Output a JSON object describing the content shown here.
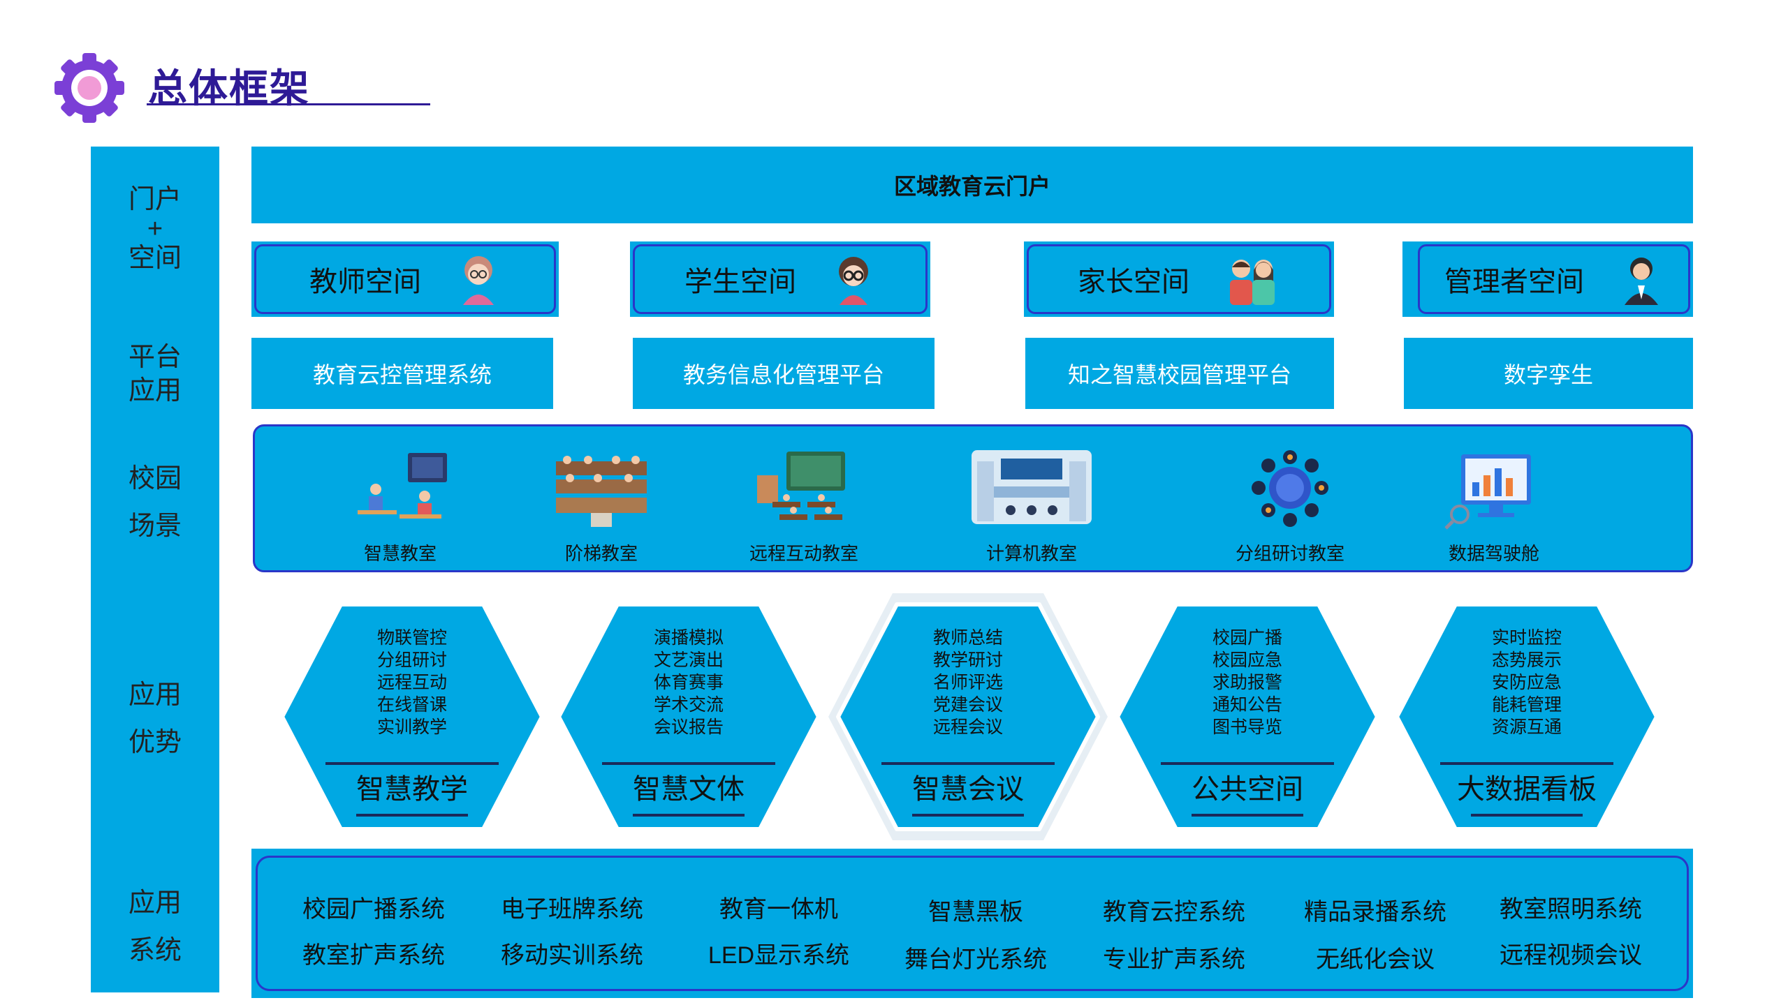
{
  "title": "总体框架",
  "left_labels": [
    [
      "门户",
      "+",
      "空间"
    ],
    [
      "平台",
      "应用"
    ],
    [
      "校园",
      "场景"
    ],
    [
      "应用",
      "优势"
    ],
    [
      "应用",
      "系统"
    ]
  ],
  "portal": "区域教育云门户",
  "spaces": [
    "教师空间",
    "学生空间",
    "家长空间",
    "管理者空间"
  ],
  "platforms": [
    "教育云控管理系统",
    "教务信息化管理平台",
    "知之智慧校园管理平台",
    "数字孪生"
  ],
  "scenes": [
    "智慧教室",
    "阶梯教室",
    "远程互动教室",
    "计算机教室",
    "分组研讨教室",
    "数据驾驶舱"
  ],
  "advantages": [
    {
      "title": "智慧教学",
      "items": [
        "物联管控",
        "分组研讨",
        "远程互动",
        "在线督课",
        "实训教学"
      ]
    },
    {
      "title": "智慧文体",
      "items": [
        "演播模拟",
        "文艺演出",
        "体育赛事",
        "学术交流",
        "会议报告"
      ]
    },
    {
      "title": "智慧会议",
      "items": [
        "教师总结",
        "教学研讨",
        "名师评选",
        "党建会议",
        "远程会议"
      ]
    },
    {
      "title": "公共空间",
      "items": [
        "校园广播",
        "校园应急",
        "求助报警",
        "通知公告",
        "图书导览"
      ]
    },
    {
      "title": "大数据看板",
      "items": [
        "实时监控",
        "态势展示",
        "安防应急",
        "能耗管理",
        "资源互通"
      ]
    }
  ],
  "systems": [
    [
      "校园广播系统",
      "教室扩声系统"
    ],
    [
      "电子班牌系统",
      "移动实训系统"
    ],
    [
      "教育一体机",
      "LED显示系统"
    ],
    [
      "智慧黑板",
      "舞台灯光系统"
    ],
    [
      "教育云控系统",
      "专业扩声系统"
    ],
    [
      "精品录播系统",
      "无纸化会议"
    ],
    [
      "教室照明系统",
      "远程视频会议"
    ]
  ],
  "colors": {
    "primary": "#00a8e3",
    "accent": "#2e1a96",
    "border": "#2a36c8"
  }
}
